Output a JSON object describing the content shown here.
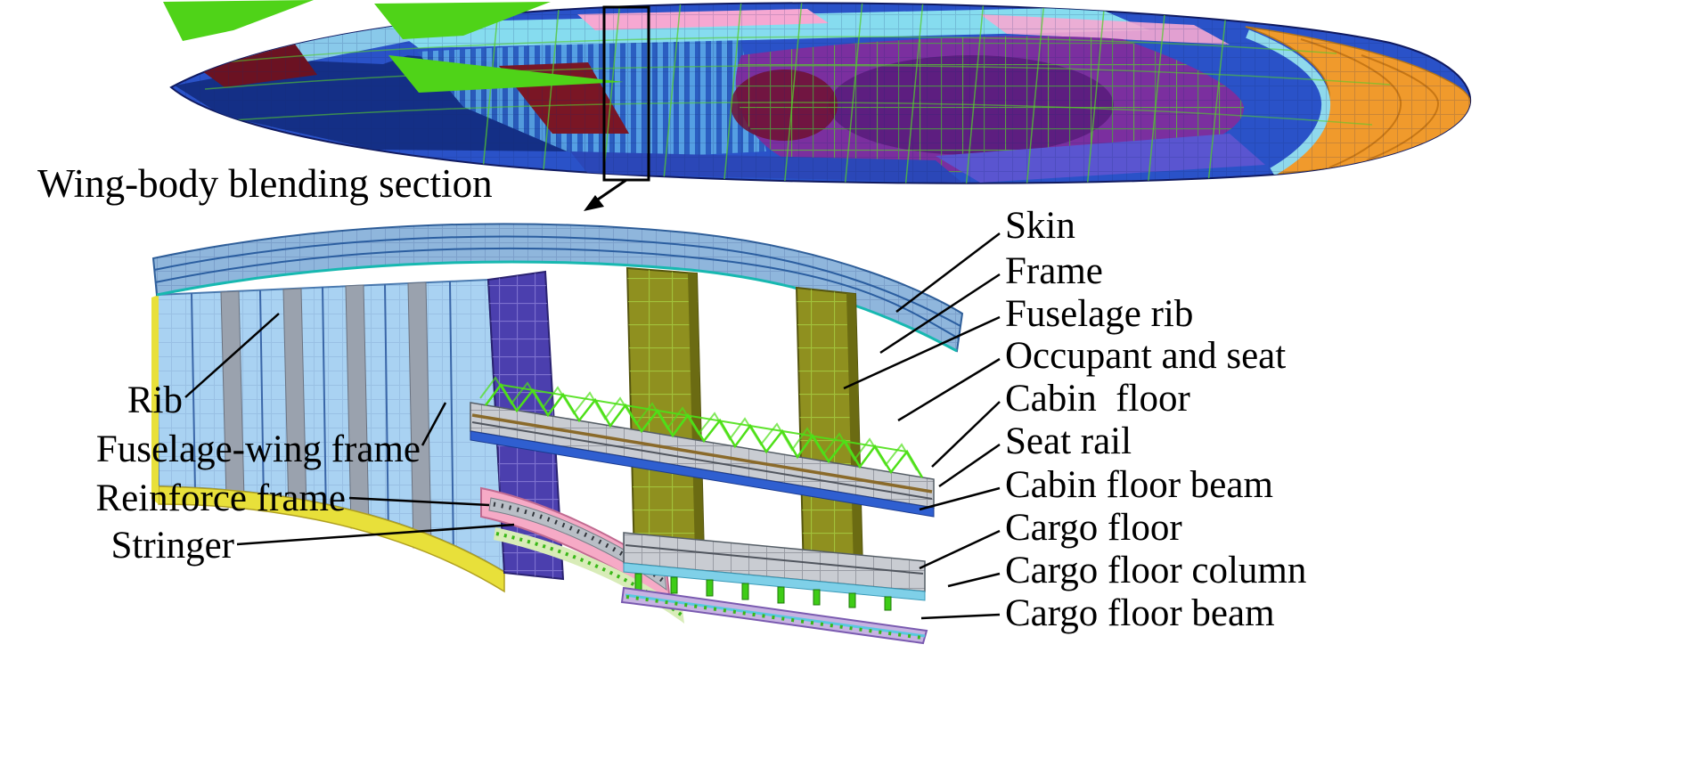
{
  "figure": {
    "title": "Wing-body blending section",
    "left_labels": [
      {
        "text": "Rib"
      },
      {
        "text": "Fuselage-wing frame"
      },
      {
        "text": "Reinforce frame"
      },
      {
        "text": "Stringer"
      }
    ],
    "right_labels": [
      {
        "text": "Skin"
      },
      {
        "text": "Frame"
      },
      {
        "text": "Fuselage rib"
      },
      {
        "text": "Occupant and seat"
      },
      {
        "text": "Cabin  floor"
      },
      {
        "text": "Seat rail"
      },
      {
        "text": "Cabin floor beam"
      },
      {
        "text": "Cargo floor"
      },
      {
        "text": "Cargo floor column"
      },
      {
        "text": "Cargo floor beam"
      }
    ],
    "colors": {
      "skin_blue": "#8fb6dc",
      "rib_light_blue": "#a9d2f2",
      "frame_purple": "#4b3fae",
      "fuselage_rib_olive": "#8f901f",
      "floor_gray": "#c9ccd2",
      "truss_green": "#4ee018",
      "stringer_pink": "#f6aac6",
      "stringer_yellow": "#e8e03a",
      "nose_orange": "#f09a2c",
      "body_magenta": "#7b2f9f",
      "body_cyan": "#86dcef",
      "body_blue": "#2a52c8",
      "floor_edge_blue": "#2f5fd0",
      "cargo_edge_cyan": "#7fd0e8"
    }
  }
}
